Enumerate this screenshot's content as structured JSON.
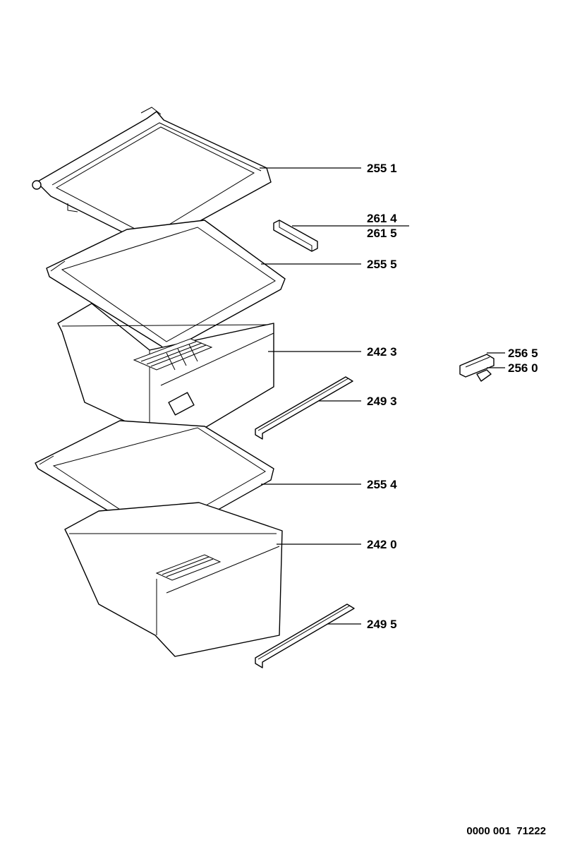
{
  "labels": {
    "shelf_top": "255 1",
    "bracket_a": "261 4",
    "bracket_b": "261 5",
    "shelf_second": "255 5",
    "drawer_upper": "242 3",
    "clip_a": "256 5",
    "clip_b": "256 0",
    "rail_upper": "249 3",
    "shelf_lower": "255 4",
    "drawer_lower": "242 0",
    "rail_lower": "249 5"
  },
  "document_code": "0000 001  71222"
}
